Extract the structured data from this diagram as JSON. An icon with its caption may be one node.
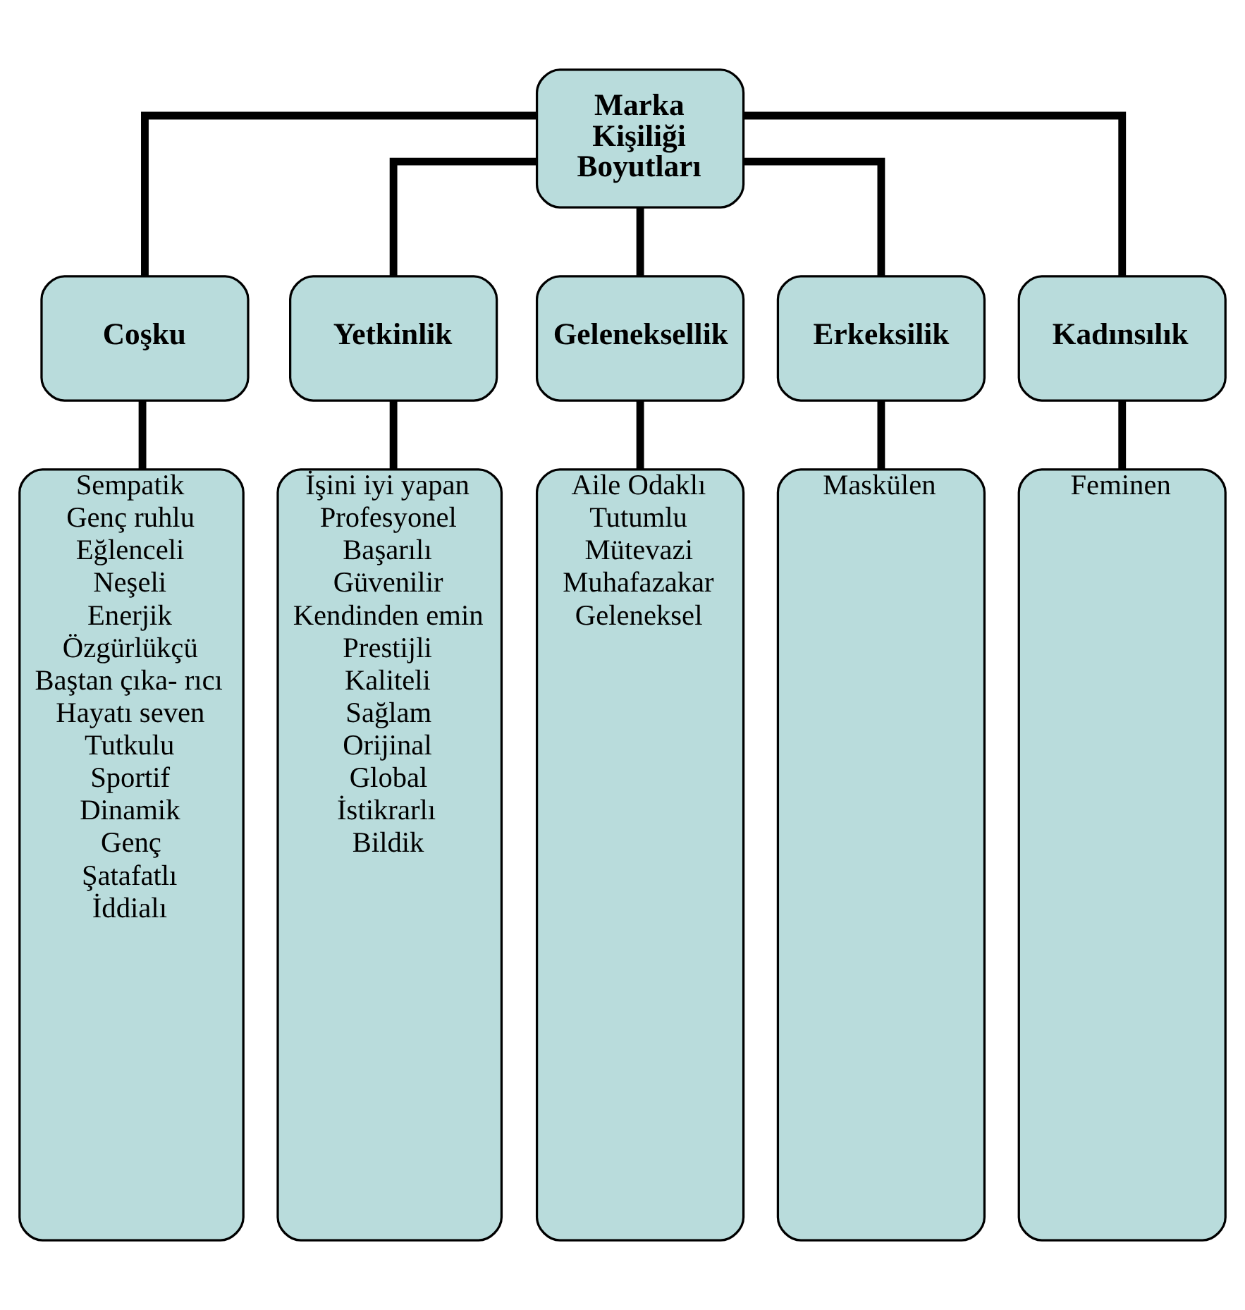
{
  "diagram": {
    "nodes": [
      {
        "text": [
          "Marka Kişiliği Boyutları"
        ]
      },
      {
        "text": [
          "Coşku"
        ]
      },
      {
        "text": [
          "Yetkinlik"
        ]
      },
      {
        "text": [
          "Geleneksellik"
        ]
      },
      {
        "text": [
          "Erkeksilik"
        ]
      },
      {
        "text": [
          "Kadınsılık"
        ]
      },
      {
        "text": [
          "Sempatik",
          "Genç ruhlu",
          "Eğlenceli",
          "Neşeli",
          "Enerjik",
          "Özgürlükçü",
          "Baştan çıka- rıcı",
          "Hayatı seven",
          "Tutkulu",
          "Sportif",
          "Dinamik",
          "Genç",
          "Şatafatlı",
          "İddialı"
        ]
      },
      {
        "text": [
          "İşini iyi yapan",
          "Profesyonel",
          "Başarılı",
          "Güvenilir",
          "Kendinden emin",
          "Prestijli",
          "Kaliteli",
          "Sağlam",
          "Orijinal",
          "Global",
          "İstikrarlı",
          "Bildik"
        ]
      },
      {
        "text": [
          "Aile Odaklı",
          "Tutumlu",
          "Mütevazi",
          "Muhafazakar",
          "Geleneksel"
        ]
      },
      {
        "text": [
          "Maskülen"
        ]
      },
      {
        "text": [
          "Feminen"
        ]
      }
    ],
    "edges": [
      {
        "from": 0,
        "to": 1,
        "arrow": "none"
      },
      {
        "from": 0,
        "to": 2,
        "arrow": "none"
      },
      {
        "from": 0,
        "to": 3,
        "arrow": "none"
      },
      {
        "from": 0,
        "to": 4,
        "arrow": "none"
      },
      {
        "from": 0,
        "to": 5,
        "arrow": "none"
      },
      {
        "from": 1,
        "to": 6,
        "arrow": "none"
      },
      {
        "from": 2,
        "to": 7,
        "arrow": "none"
      },
      {
        "from": 3,
        "to": 8,
        "arrow": "none"
      },
      {
        "from": 4,
        "to": 9,
        "arrow": "none"
      },
      {
        "from": 5,
        "to": 10,
        "arrow": "none"
      }
    ]
  }
}
